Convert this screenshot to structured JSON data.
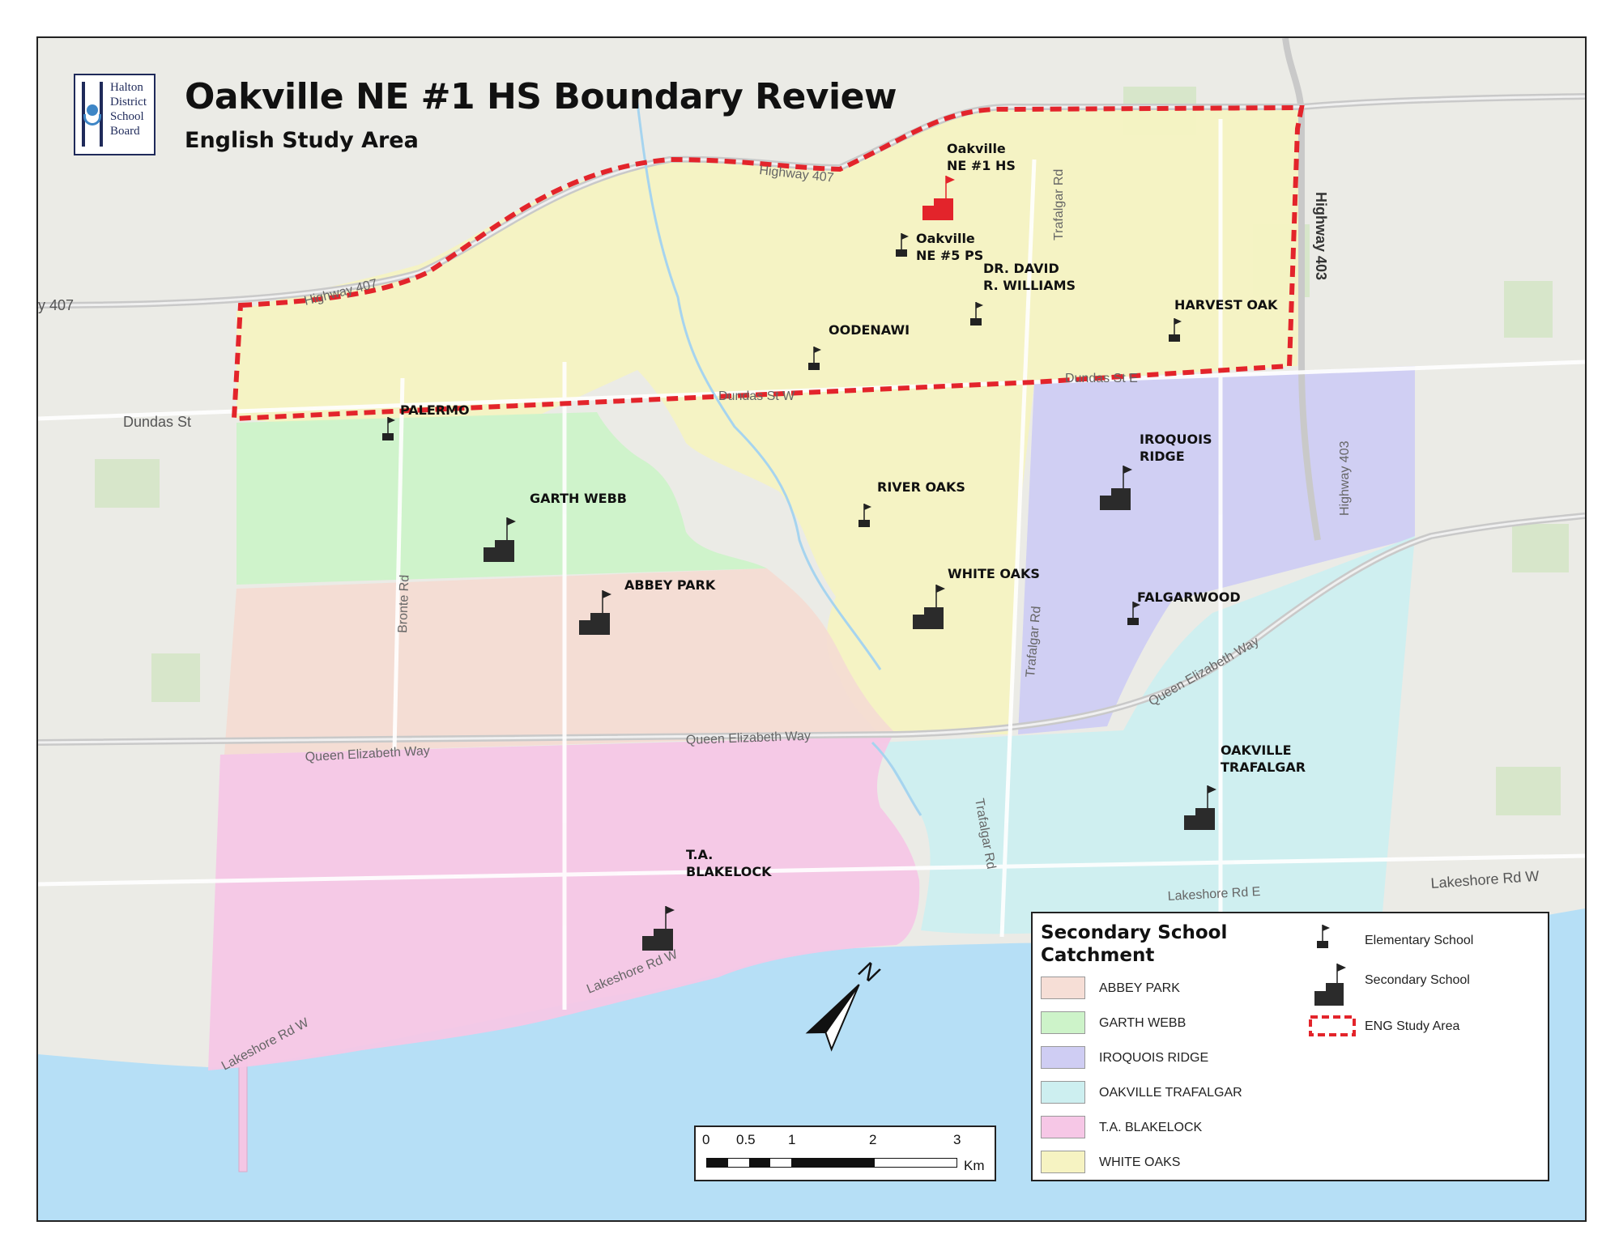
{
  "header": {
    "title": "Oakville NE #1 HS Boundary Review",
    "subtitle": "English Study Area",
    "logo_lines": [
      "Halton",
      "District",
      "School",
      "Board"
    ]
  },
  "schools": {
    "secondary": [
      {
        "name": "GARTH WEBB"
      },
      {
        "name": "ABBEY PARK"
      },
      {
        "name": "WHITE OAKS"
      },
      {
        "name": "IROQUOIS RIDGE"
      },
      {
        "name": "OAKVILLE TRAFALGAR"
      },
      {
        "name": "T.A. BLAKELOCK"
      },
      {
        "name": "Oakville NE #1 HS"
      }
    ],
    "elementary": [
      {
        "name": "Oakville NE #5 PS"
      },
      {
        "name": "DR. DAVID R. WILLIAMS"
      },
      {
        "name": "HARVEST OAK"
      },
      {
        "name": "OODENAWI"
      },
      {
        "name": "PALERMO"
      },
      {
        "name": "RIVER OAKS"
      },
      {
        "name": "FALGARWOOD"
      }
    ]
  },
  "map_labels": {
    "ne1_line1": "Oakville",
    "ne1_line2": "NE #1 HS",
    "ne5_line1": "Oakville",
    "ne5_line2": "NE #5 PS",
    "drw_line1": "DR. DAVID",
    "drw_line2": "R. WILLIAMS",
    "harvest_oak": "HARVEST OAK",
    "oodenawi": "OODENAWI",
    "palermo": "PALERMO",
    "river_oaks": "RIVER OAKS",
    "falgarwood": "FALGARWOOD",
    "garth_webb": "GARTH WEBB",
    "abbey_park": "ABBEY PARK",
    "white_oaks": "WHITE OAKS",
    "iroquois_line1": "IROQUOIS",
    "iroquois_line2": "RIDGE",
    "ot_line1": "OAKVILLE",
    "ot_line2": "TRAFALGAR",
    "tab_line1": "T.A.",
    "tab_line2": "BLAKELOCK"
  },
  "roads": {
    "hwy407_left": "y 407",
    "hwy407_a": "Highway 407",
    "hwy407_b": "Highway 407",
    "hwy403_a": "Highway 403",
    "hwy403_b": "Highway 403",
    "dundas": "Dundas St",
    "dundas_w": "Dundas St W",
    "dundas_e": "Dundas St E",
    "trafalgar_n": "Trafalgar Rd",
    "trafalgar_mid": "Trafalgar Rd",
    "trafalgar_s": "Trafalgar Rd",
    "bronte": "Bronte Rd",
    "qew_w": "Queen Elizabeth Way",
    "qew_mid": "Queen Elizabeth Way",
    "qew_e": "Queen Elizabeth Way",
    "lakeshore_e": "Lakeshore Rd E",
    "lakeshore_w_far": "Lakeshore Rd W",
    "lakeshore_w": "Lakeshore Rd W",
    "lakeshore_w2": "Lakeshore Rd W",
    "north_arrow": "N"
  },
  "legend": {
    "title": "Secondary School Catchment",
    "catchments": [
      {
        "label": "ABBEY PARK",
        "color": "#f6ded6"
      },
      {
        "label": "GARTH WEBB",
        "color": "#cdf3c9"
      },
      {
        "label": "IROQUOIS RIDGE",
        "color": "#cfcdf3"
      },
      {
        "label": "OAKVILLE TRAFALGAR",
        "color": "#cdeff0"
      },
      {
        "label": "T.A. BLAKELOCK",
        "color": "#f6c7e6"
      },
      {
        "label": "WHITE OAKS",
        "color": "#f6f3c2"
      }
    ],
    "symbols": [
      {
        "label": "Elementary School",
        "icon": "elementary-school-icon"
      },
      {
        "label": "Secondary School",
        "icon": "secondary-school-icon"
      },
      {
        "label": "ENG Study Area",
        "icon": "study-area-outline-icon"
      }
    ]
  },
  "scale": {
    "ticks": [
      "0",
      "0.5",
      "1",
      "2",
      "3"
    ],
    "unit": "Km"
  },
  "colors": {
    "study_area": "#e3242b",
    "water": "#b6dff6",
    "new_school": "#e3242b"
  }
}
